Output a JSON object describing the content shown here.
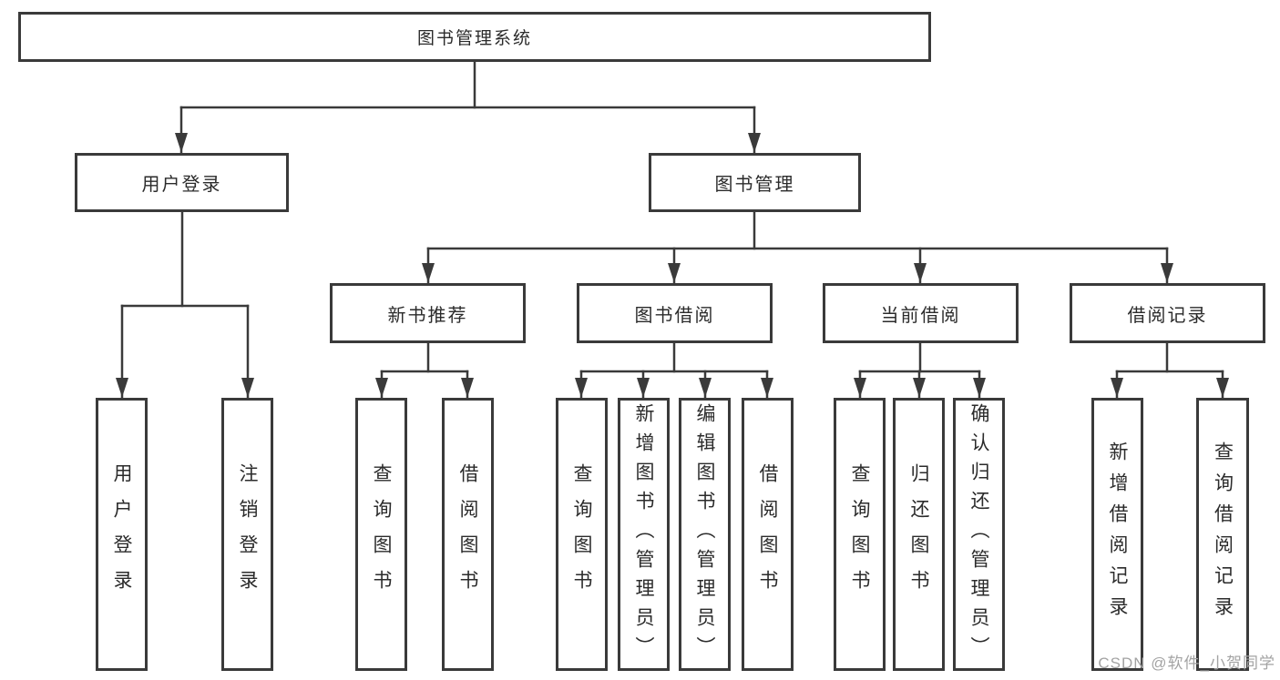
{
  "nodes": {
    "root": "图书管理系统",
    "level2": [
      "用户登录",
      "图书管理"
    ],
    "level3": [
      "新书推荐",
      "图书借阅",
      "当前借阅",
      "借阅记录"
    ],
    "leaves": [
      "用户登录",
      "注销登录",
      "查询图书",
      "借阅图书",
      "查询图书",
      "新增图书（管理员）",
      "编辑图书（管理员）",
      "借阅图书",
      "查询图书",
      "归还图书",
      "确认归还（管理员）",
      "新增借阅记录",
      "查询借阅记录"
    ]
  },
  "watermark": "CSDN @软件_小贺同学",
  "colors": {
    "line": "#3a3a3a",
    "box_border": "#3a3a3a",
    "text": "#2b2b2b",
    "watermark": "#a3a3a3",
    "background": "#ffffff"
  }
}
